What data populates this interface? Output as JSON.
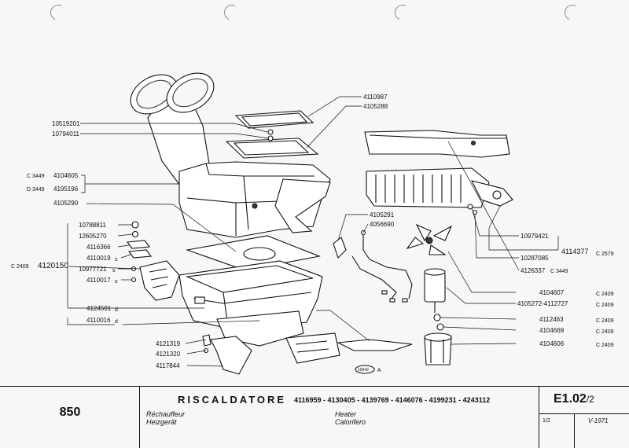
{
  "parts": [
    {
      "id": "p1",
      "number": "4110987"
    },
    {
      "id": "p2",
      "number": "4105288"
    },
    {
      "id": "p3",
      "number": "10519201"
    },
    {
      "id": "p4",
      "number": "10794011"
    },
    {
      "id": "p5",
      "prefix": "C 3449",
      "number": "4104605"
    },
    {
      "id": "p6",
      "prefix": "D 3449",
      "number": "4195196"
    },
    {
      "id": "p7",
      "number": "4105290"
    },
    {
      "id": "p8",
      "number": "10788811"
    },
    {
      "id": "p9",
      "number": "12605270"
    },
    {
      "id": "p10",
      "number": "4116366"
    },
    {
      "id": "p11",
      "number": "4110019",
      "suffix": "s"
    },
    {
      "id": "p12",
      "prefix": "C 2409",
      "number": "4120150"
    },
    {
      "id": "p13",
      "number": "10977721",
      "suffix": "s"
    },
    {
      "id": "p14",
      "number": "4110017",
      "suffix": "s"
    },
    {
      "id": "p15",
      "number": "4124501",
      "suffix": "d"
    },
    {
      "id": "p16",
      "number": "4110016",
      "suffix": "d"
    },
    {
      "id": "p17",
      "number": "4121319"
    },
    {
      "id": "p18",
      "number": "4121320"
    },
    {
      "id": "p19",
      "number": "4117844"
    },
    {
      "id": "p20",
      "number": "4105291"
    },
    {
      "id": "p21",
      "number": "4056690"
    },
    {
      "id": "p22",
      "number": "10979421"
    },
    {
      "id": "p23",
      "number": "10287085"
    },
    {
      "id": "p24",
      "number": "4126337",
      "suffix": "C 3449"
    },
    {
      "id": "p25",
      "number": "4114377",
      "suffix": "C 2579"
    },
    {
      "id": "p26",
      "number": "4104607",
      "suffix": "C 2409"
    },
    {
      "id": "p27",
      "number": "4105272-4112727",
      "suffix": "C 2409"
    },
    {
      "id": "p28",
      "number": "4112463",
      "suffix": "C 2409"
    },
    {
      "id": "p29",
      "number": "4104669",
      "suffix": "C 2409"
    },
    {
      "id": "p30",
      "number": "4104606",
      "suffix": "C 2409"
    }
  ],
  "drawing_ref": {
    "number": "10642",
    "letter": "A"
  },
  "footer": {
    "model": "850",
    "title": "RISCALDATORE",
    "codes": "4116959 - 4130405 - 4139769 - 4146076 - 4199231 - 4243112",
    "fr": "Réchauffeur",
    "de": "Heizgerät",
    "en": "Heater",
    "es": "Calorifero",
    "page_code": "E1.02",
    "page_sub": "/2",
    "sheet": "1/2",
    "date": "V-1971"
  }
}
